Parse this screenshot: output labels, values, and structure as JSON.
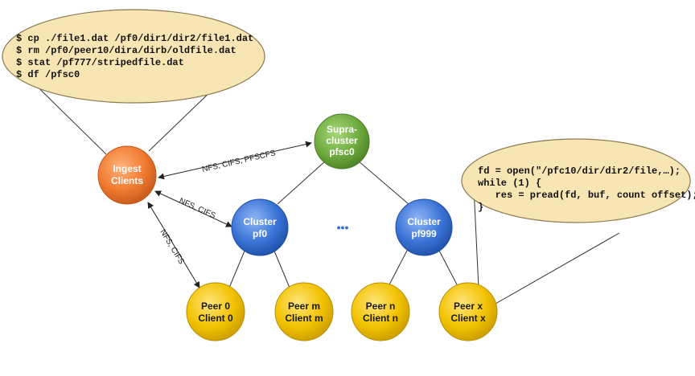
{
  "callouts": {
    "ingest": {
      "lines": [
        "$ cp ./file1.dat /pf0/dir1/dir2/file1.dat",
        "$ rm /pf0/peer10/dira/dirb/oldfile.dat",
        "$ stat /pf777/stripedfile.dat",
        "$ df /pfsc0"
      ]
    },
    "peer_client": {
      "lines": [
        "fd = open(\"/pfc10/dir/dir2/file,…);",
        "while (1) {",
        "   res = pread(fd, buf, count offset);",
        "}"
      ]
    }
  },
  "nodes": {
    "supra": {
      "lines": [
        "Supra-",
        "cluster",
        "pfsc0"
      ],
      "color": "#6fab3e"
    },
    "ingest": {
      "lines": [
        "Ingest",
        "Clients"
      ],
      "color": "#f07a2f"
    },
    "cluster_pf0": {
      "lines": [
        "Cluster",
        "pf0"
      ],
      "color": "#3a73d6"
    },
    "cluster_pf999": {
      "lines": [
        "Cluster",
        "pf999"
      ],
      "color": "#3a73d6"
    },
    "peer0": {
      "lines": [
        "Peer 0",
        "Client 0"
      ],
      "color": "#f2c200"
    },
    "peerm": {
      "lines": [
        "Peer m",
        "Client m"
      ],
      "color": "#f2c200"
    },
    "peern": {
      "lines": [
        "Peer n",
        "Client n"
      ],
      "color": "#f2c200"
    },
    "peerx": {
      "lines": [
        "Peer x",
        "Client x"
      ],
      "color": "#f2c200"
    }
  },
  "ellipsis": "•••",
  "edges": {
    "ingest_supra": "NFS, CIFS, PFSCFS",
    "ingest_cluster": "NFS, CIFS",
    "ingest_peer": "NFS, CIFS"
  },
  "colors": {
    "callout_fill": "#f7e6b3",
    "callout_stroke": "#8a7a52"
  }
}
